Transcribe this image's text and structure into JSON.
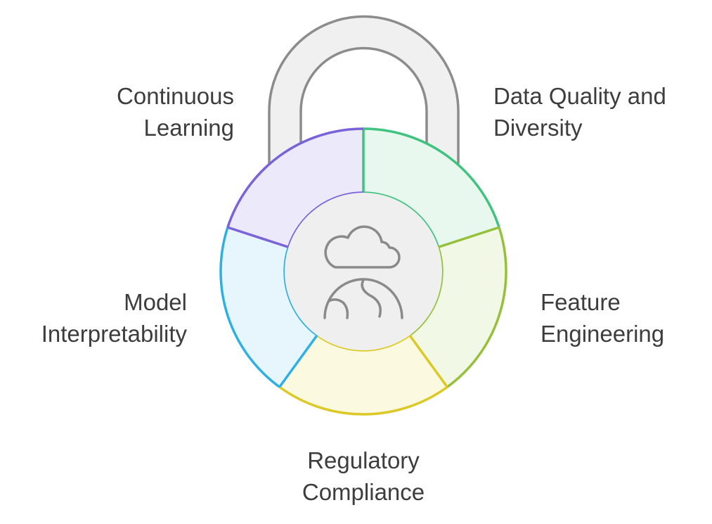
{
  "segments": [
    {
      "id": "data-quality",
      "lines": [
        "Data Quality and",
        "Diversity"
      ],
      "stroke": "#3ec47e",
      "fill": "#e9f8ef"
    },
    {
      "id": "feature-engineering",
      "lines": [
        "Feature",
        "Engineering"
      ],
      "stroke": "#95c13a",
      "fill": "#f2f8e6"
    },
    {
      "id": "regulatory-compliance",
      "lines": [
        "Regulatory",
        "Compliance"
      ],
      "stroke": "#dcc925",
      "fill": "#fcf9e1"
    },
    {
      "id": "model-interpretability",
      "lines": [
        "Model",
        "Interpretability"
      ],
      "stroke": "#2fb0e3",
      "fill": "#e6f6fc"
    },
    {
      "id": "continuous-learning",
      "lines": [
        "Continuous",
        "Learning"
      ],
      "stroke": "#7a63d8",
      "fill": "#ece9fb"
    }
  ],
  "colors": {
    "shackle_stroke": "#8c8c8c",
    "shackle_fill": "#f0f0f0",
    "center_fill": "#efefef",
    "icon_stroke": "#8a8a8a",
    "label_text": "#3d3d3d"
  },
  "icons": {
    "top": "cloud-icon",
    "bottom": "brain-icon"
  }
}
